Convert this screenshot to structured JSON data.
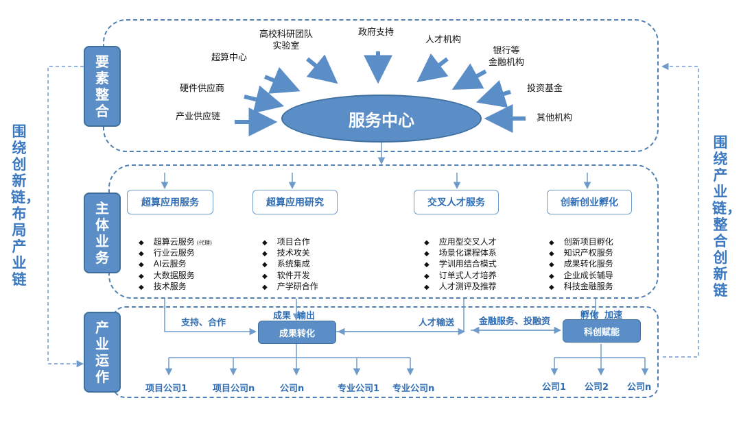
{
  "left_side_text": "围绕创新链，布局产业链",
  "right_side_text": "围绕产业链，整合创新链",
  "sections": {
    "factor_integration": "要素整合",
    "main_business": "主体业务",
    "industry_operation": "产业运作"
  },
  "service_center": "服务中心",
  "sources": {
    "university": "高校科研团队\n实验室",
    "government": "政府支持",
    "talent_org": "人才机构",
    "supercomputing_center": "超算中心",
    "bank": "银行等\n金融机构",
    "hardware": "硬件供应商",
    "investment_fund": "投资基金",
    "supply_chain": "产业供应链",
    "other": "其他机构"
  },
  "services": [
    {
      "title": "超算应用服务",
      "items": [
        "超算云服务",
        "行业云服务",
        "AI云服务",
        "大数据服务",
        "技术服务"
      ],
      "note": "(代理)"
    },
    {
      "title": "超算应用研究",
      "items": [
        "项目合作",
        "技术攻关",
        "系统集成",
        "软件开发",
        "产学研合作"
      ]
    },
    {
      "title": "交叉人才服务",
      "items": [
        "应用型交叉人才",
        "场景化课程体系",
        "学训用结合模式",
        "订单式人才培养",
        "人才测评及推荐"
      ]
    },
    {
      "title": "创新创业孵化",
      "items": [
        "创新项目孵化",
        "知识产权服务",
        "成果转化服务",
        "企业成长辅导",
        "科技金融服务"
      ]
    }
  ],
  "operation": {
    "achievement_box": "成果转化",
    "sci_box": "科创赋能",
    "support_label": "支持、合作",
    "output_label": "成果  输出",
    "talent_label": "人才输送",
    "finance_label": "金融服务、投融资",
    "incubate_label": "孵化  加速",
    "companies_left": [
      "项目公司1",
      "项目公司n",
      "公司n",
      "专业公司1",
      "专业公司n"
    ],
    "companies_right": [
      "公司1",
      "公司2",
      "公司n"
    ]
  }
}
